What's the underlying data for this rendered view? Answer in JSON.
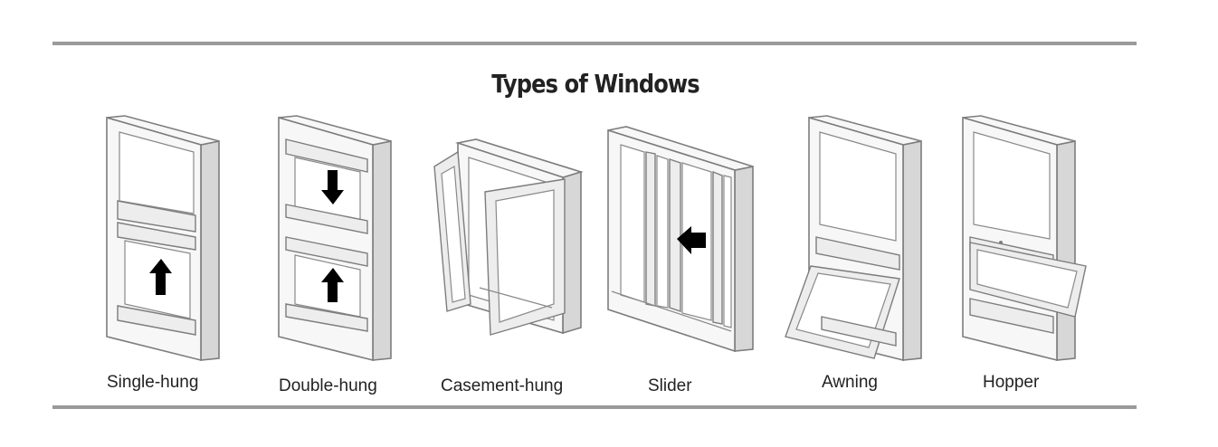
{
  "title": "Types of Windows",
  "windows": [
    {
      "label": "Single-hung"
    },
    {
      "label": "Double-hung"
    },
    {
      "label": "Casement-hung"
    },
    {
      "label": "Slider"
    },
    {
      "label": "Awning"
    },
    {
      "label": "Hopper"
    }
  ]
}
